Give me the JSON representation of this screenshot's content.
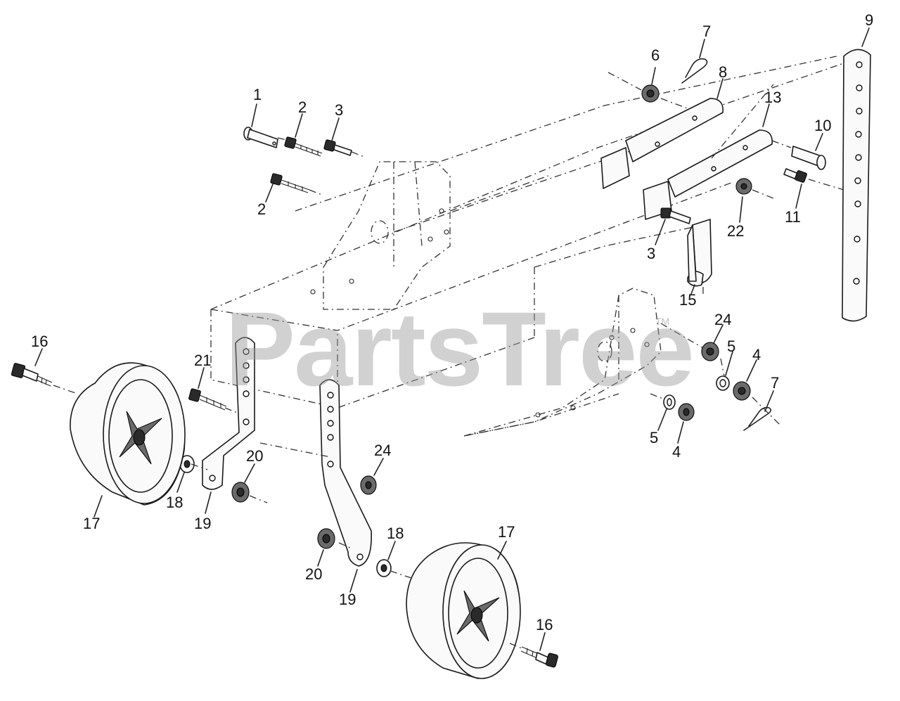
{
  "watermark": {
    "text": "PartsTree",
    "tm": "TM"
  },
  "callouts": {
    "c1": "1",
    "c2a": "2",
    "c2b": "2",
    "c3a": "3",
    "c3b": "3",
    "c4a": "4",
    "c4b": "4",
    "c5a": "5",
    "c5b": "5",
    "c6": "6",
    "c7a": "7",
    "c7b": "7",
    "c8": "8",
    "c9": "9",
    "c10": "10",
    "c11": "11",
    "c13": "13",
    "c15": "15",
    "c16a": "16",
    "c16b": "16",
    "c17a": "17",
    "c17b": "17",
    "c18a": "18",
    "c18b": "18",
    "c19a": "19",
    "c19b": "19",
    "c20a": "20",
    "c20b": "20",
    "c21": "21",
    "c22": "22",
    "c24a": "24",
    "c24b": "24"
  }
}
